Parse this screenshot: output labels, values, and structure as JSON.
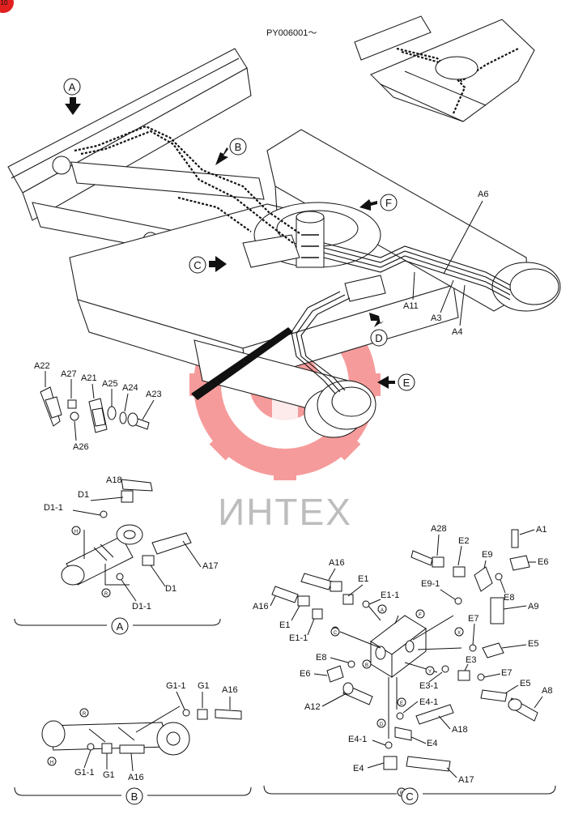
{
  "header": {
    "serial": "PY006001～"
  },
  "corner_badge": {
    "text": "10",
    "color": "#e32020"
  },
  "watermark": {
    "text": "ИНТЕХ",
    "gear_color": "#f04a4a"
  },
  "main": {
    "arrows": {
      "A": "A",
      "B": "B",
      "C": "C",
      "D": "D",
      "E": "E",
      "F": "F"
    },
    "labels": {
      "a6": "A6",
      "a11": "A11",
      "a3": "A3",
      "a4": "A4"
    }
  },
  "clamp": {
    "a22": "A22",
    "a27": "A27",
    "a21": "A21",
    "a25": "A25",
    "a24": "A24",
    "a23": "A23",
    "a26": "A26"
  },
  "detail_a": {
    "title": "A",
    "labels": {
      "a18": "A18",
      "d1_top": "D1",
      "d1_1_top": "D1-1",
      "a17": "A17",
      "d1_bot": "D1",
      "d1_1_bot": "D1-1"
    },
    "ports": {
      "h": "H",
      "r": "R"
    }
  },
  "detail_b": {
    "title": "B",
    "labels": {
      "g1_1_top": "G1-1",
      "g1_top": "G1",
      "a16_top": "A16",
      "g1_1_bot": "G1-1",
      "g1_bot": "G1",
      "a16_bot": "A16"
    },
    "ports": {
      "r": "R",
      "h": "H"
    }
  },
  "detail_c": {
    "title": "C",
    "labels": {
      "a28": "A28",
      "e2": "E2",
      "e9": "E9",
      "a1": "A1",
      "e6_top": "E6",
      "a16_a": "A16",
      "e1_a": "E1",
      "e1_1_a": "E1-1",
      "e9_1": "E9-1",
      "e8_top": "E8",
      "a9": "A9",
      "a16_b": "A16",
      "e1_b": "E1",
      "e1_1_b": "E1-1",
      "e7_top": "E7",
      "e5_top": "E5",
      "e8_mid": "E8",
      "e3": "E3",
      "e6_mid": "E6",
      "e7_mid": "E7",
      "e3_1": "E3-1",
      "e5_bot": "E5",
      "a12": "A12",
      "e4_1_a": "E4-1",
      "a8": "A8",
      "a18": "A18",
      "e4_1_b": "E4-1",
      "e4_a": "E4",
      "e4_b": "E4",
      "a17": "A17"
    },
    "ports": {
      "a": "A",
      "c": "C",
      "f": "F",
      "b": "B",
      "x": "X",
      "y": "Y",
      "d": "D",
      "e": "E",
      "pb": "B"
    }
  }
}
